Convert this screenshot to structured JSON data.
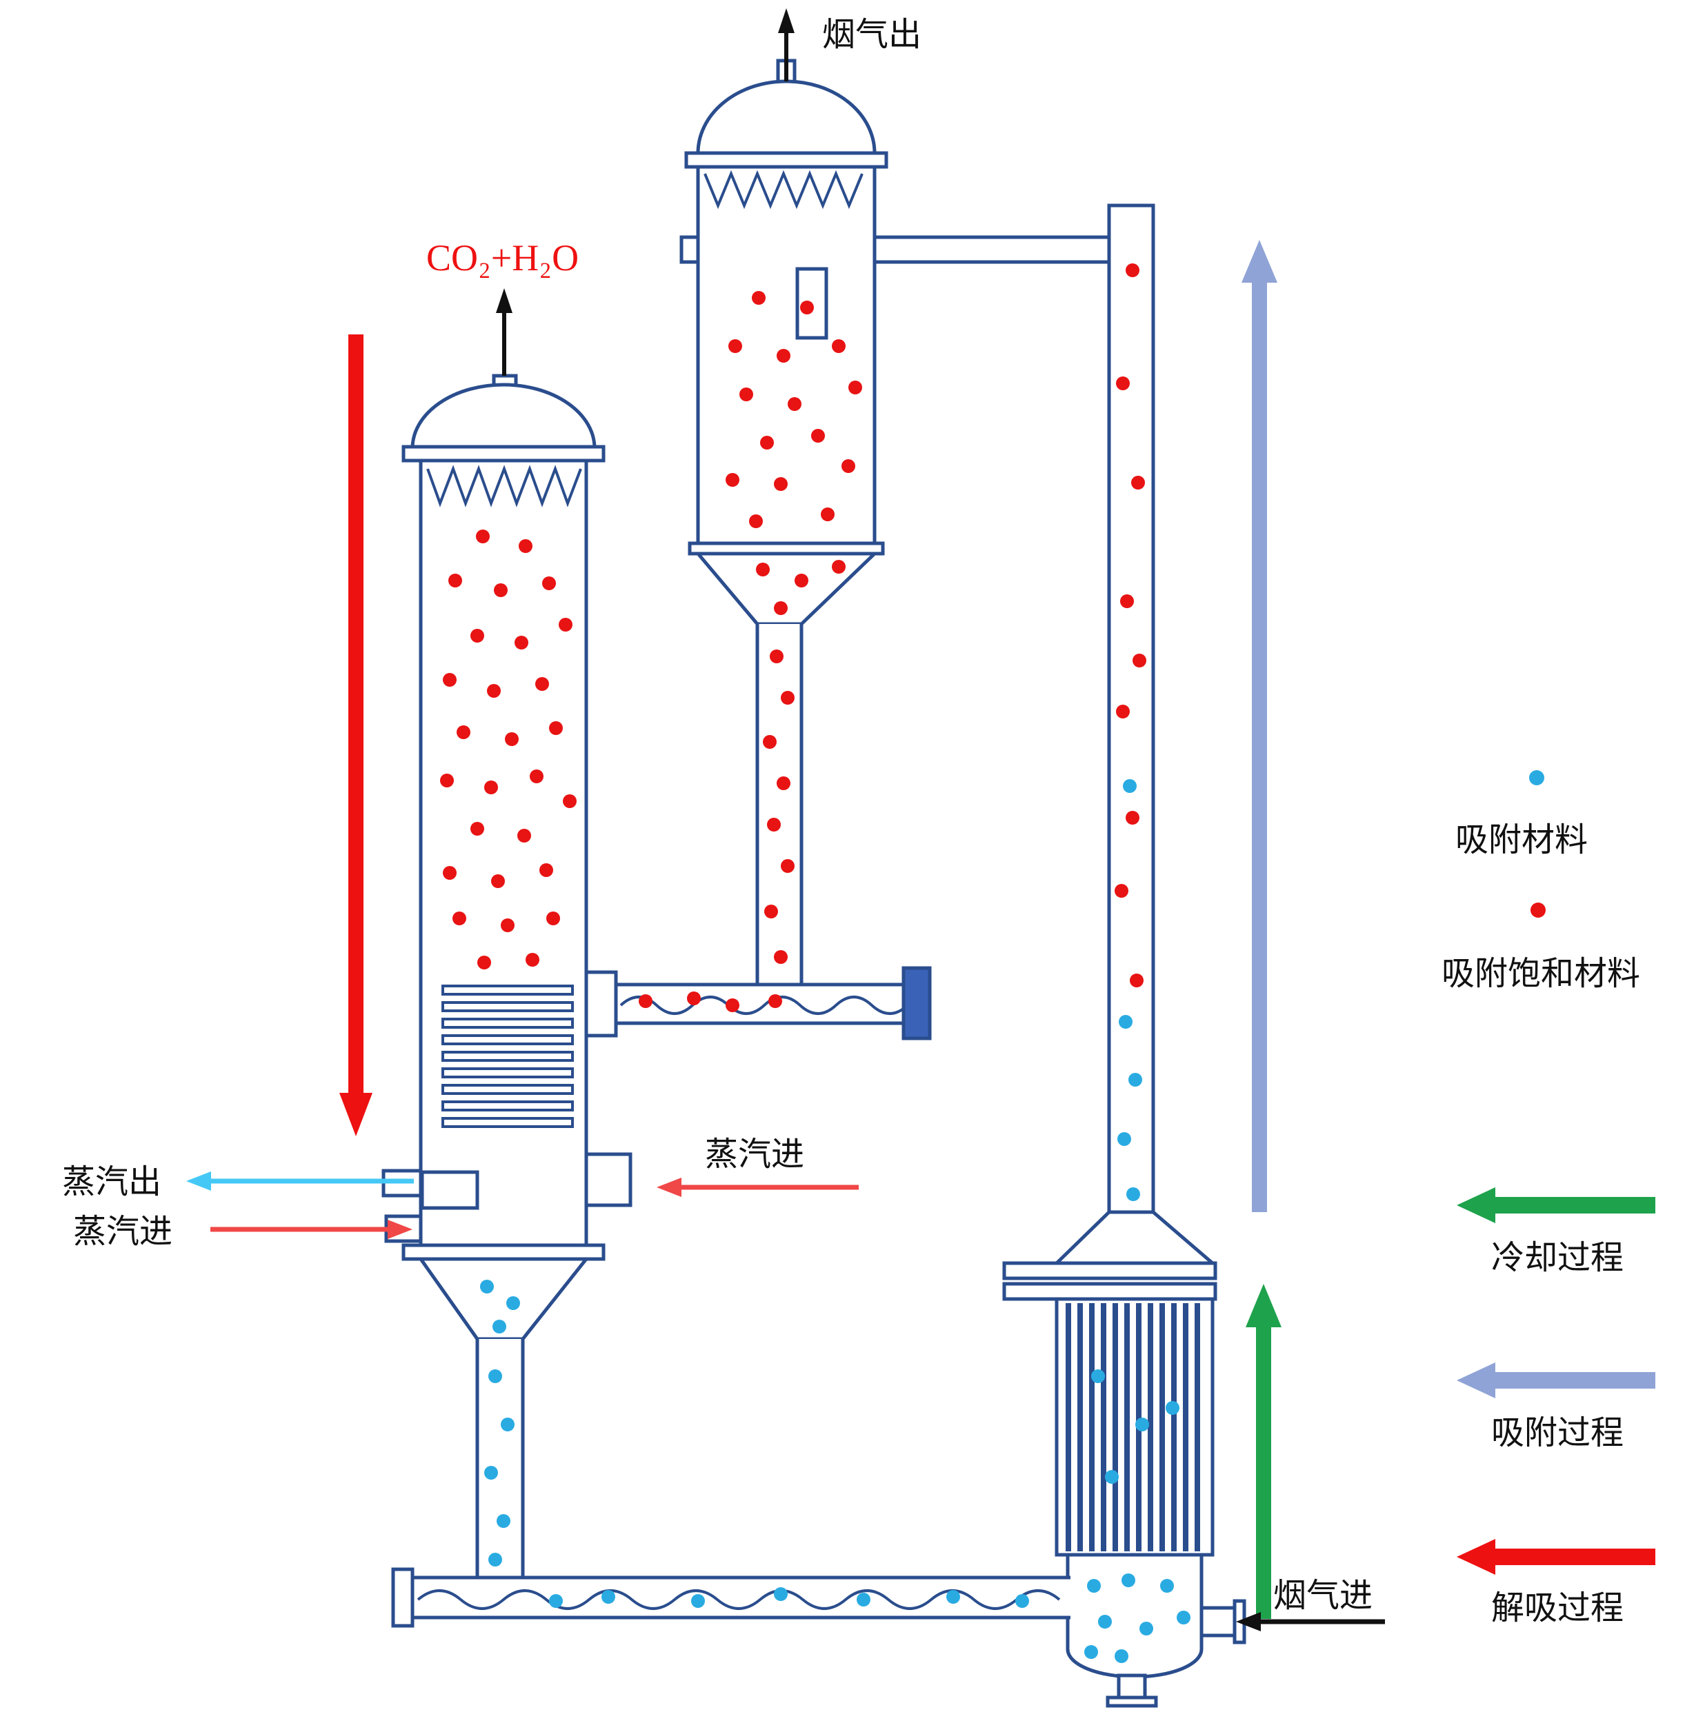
{
  "labels": {
    "flue_gas_out": "烟气出",
    "co2_h2o": "CO₂+H₂O",
    "steam_out": "蒸汽出",
    "steam_in_left": "蒸汽进",
    "steam_in_mid": "蒸汽进",
    "flue_gas_in": "烟气进"
  },
  "legend": {
    "items": [
      {
        "type": "dot",
        "color": "#29abe2",
        "label": "吸附材料"
      },
      {
        "type": "dot",
        "color": "#e81313",
        "label": "吸附饱和材料"
      },
      {
        "type": "arrow",
        "color": "#1ea24c",
        "label": "冷却过程"
      },
      {
        "type": "arrow",
        "color": "#8fa3d6",
        "label": "吸附过程"
      },
      {
        "type": "arrow",
        "color": "#ee1111",
        "label": "解吸过程"
      }
    ]
  },
  "colors": {
    "outline": "#2a4d8d",
    "fresh_dot": "#29abe2",
    "saturated_dot": "#e81313",
    "desorb_arrow": "#ee1111",
    "adsorb_arrow": "#8fa3d6",
    "cool_arrow": "#1ea24c",
    "steam_out_arrow": "#45c8f5",
    "steam_in_arrow": "#f04747",
    "flue_arrow": "#111111",
    "motor": "#3a63b8"
  },
  "dots": {
    "red": [
      [
        700,
        778
      ],
      [
        762,
        792
      ],
      [
        660,
        842
      ],
      [
        726,
        856
      ],
      [
        796,
        846
      ],
      [
        692,
        922
      ],
      [
        756,
        932
      ],
      [
        820,
        906
      ],
      [
        652,
        986
      ],
      [
        716,
        1002
      ],
      [
        786,
        992
      ],
      [
        672,
        1062
      ],
      [
        742,
        1072
      ],
      [
        806,
        1056
      ],
      [
        648,
        1132
      ],
      [
        712,
        1142
      ],
      [
        778,
        1126
      ],
      [
        826,
        1162
      ],
      [
        692,
        1202
      ],
      [
        760,
        1212
      ],
      [
        652,
        1266
      ],
      [
        722,
        1278
      ],
      [
        792,
        1262
      ],
      [
        666,
        1332
      ],
      [
        736,
        1342
      ],
      [
        802,
        1332
      ],
      [
        702,
        1396
      ],
      [
        772,
        1392
      ],
      [
        1100,
        432
      ],
      [
        1170,
        446
      ],
      [
        1066,
        502
      ],
      [
        1136,
        516
      ],
      [
        1216,
        502
      ],
      [
        1240,
        562
      ],
      [
        1082,
        572
      ],
      [
        1152,
        586
      ],
      [
        1112,
        642
      ],
      [
        1186,
        632
      ],
      [
        1062,
        696
      ],
      [
        1230,
        676
      ],
      [
        1132,
        702
      ],
      [
        1096,
        756
      ],
      [
        1200,
        746
      ],
      [
        1106,
        826
      ],
      [
        1162,
        842
      ],
      [
        1216,
        822
      ],
      [
        1132,
        882
      ],
      [
        1126,
        952
      ],
      [
        1142,
        1012
      ],
      [
        1116,
        1076
      ],
      [
        1136,
        1136
      ],
      [
        1122,
        1196
      ],
      [
        1142,
        1256
      ],
      [
        1118,
        1322
      ],
      [
        1132,
        1388
      ],
      [
        936,
        1452
      ],
      [
        1006,
        1448
      ],
      [
        1062,
        1458
      ],
      [
        1124,
        1452
      ],
      [
        1642,
        392
      ],
      [
        1628,
        556
      ],
      [
        1650,
        700
      ],
      [
        1634,
        872
      ],
      [
        1652,
        958
      ],
      [
        1628,
        1032
      ],
      [
        1642,
        1186
      ],
      [
        1626,
        1292
      ],
      [
        1648,
        1422
      ]
    ],
    "blue": [
      [
        706,
        1866
      ],
      [
        744,
        1890
      ],
      [
        724,
        1924
      ],
      [
        718,
        1996
      ],
      [
        736,
        2066
      ],
      [
        712,
        2136
      ],
      [
        730,
        2206
      ],
      [
        718,
        2262
      ],
      [
        806,
        2322
      ],
      [
        882,
        2316
      ],
      [
        1012,
        2322
      ],
      [
        1132,
        2312
      ],
      [
        1252,
        2320
      ],
      [
        1382,
        2316
      ],
      [
        1482,
        2322
      ],
      [
        1586,
        2300
      ],
      [
        1636,
        2292
      ],
      [
        1692,
        2300
      ],
      [
        1602,
        2352
      ],
      [
        1662,
        2362
      ],
      [
        1716,
        2346
      ],
      [
        1626,
        2402
      ],
      [
        1582,
        2396
      ],
      [
        1592,
        1996
      ],
      [
        1656,
        2066
      ],
      [
        1612,
        2142
      ],
      [
        1700,
        2042
      ],
      [
        1638,
        1140
      ],
      [
        1632,
        1482
      ],
      [
        1646,
        1566
      ],
      [
        1630,
        1652
      ],
      [
        1643,
        1732
      ]
    ]
  }
}
